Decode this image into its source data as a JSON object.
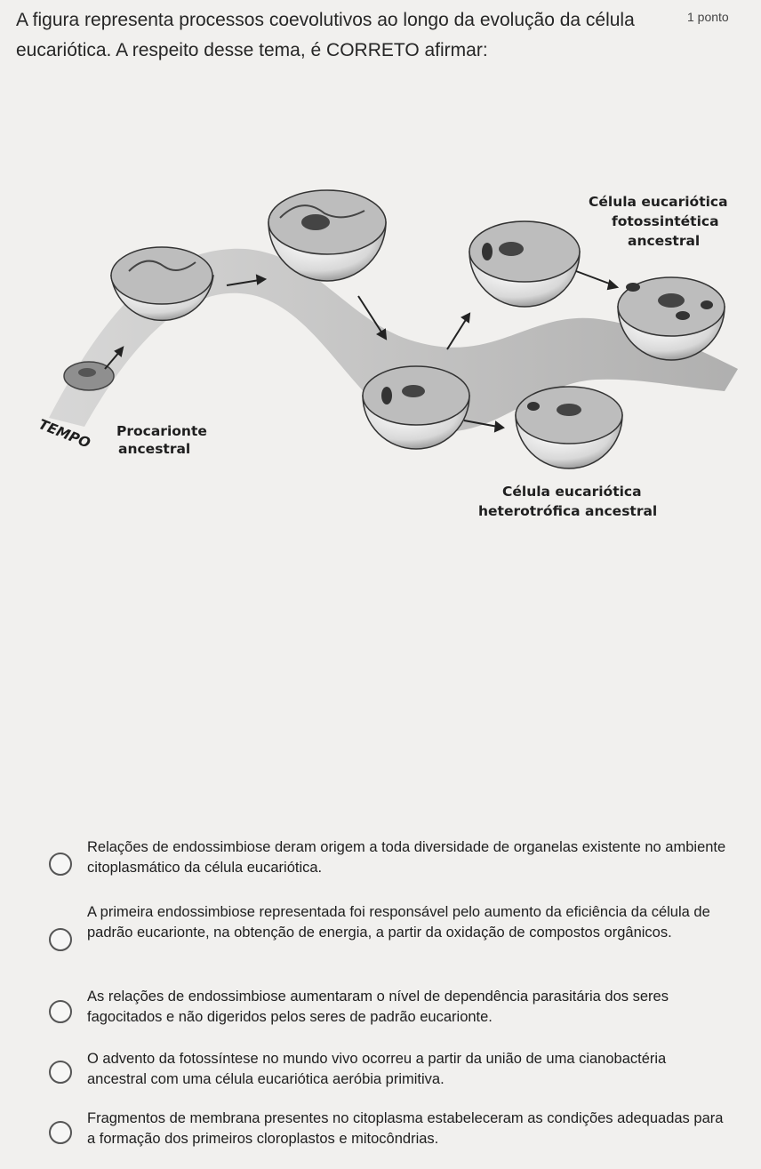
{
  "question": {
    "title": "A figura representa processos coevolutivos ao longo da evolução da célula eucariótica. A respeito desse tema, é CORRETO afirmar:",
    "points": "1 ponto"
  },
  "figure": {
    "label_time": "TEMPO",
    "label_prokaryote_1": "Procarionte",
    "label_prokaryote_2": "ancestral",
    "label_photo_1": "Célula eucariótica",
    "label_photo_2": "fotossintética",
    "label_photo_3": "ancestral",
    "label_hetero_1": "Célula eucariótica",
    "label_hetero_2": "heterotrófica ancestral"
  },
  "options": [
    {
      "text": "Relações de endossimbiose deram origem a toda diversidade de organelas existente no ambiente citoplasmático da célula eucariótica."
    },
    {
      "text": "A primeira endossimbiose representada foi responsável pelo aumento da eficiência da célula de padrão eucarionte, na obtenção de energia, a partir da oxidação de compostos orgânicos."
    },
    {
      "text": "As relações de endossimbiose aumentaram o nível de dependência parasitária dos seres fagocitados e não digeridos pelos seres de padrão eucarionte."
    },
    {
      "text": "O advento da fotossíntese no mundo vivo ocorreu a partir da união de uma cianobactéria ancestral com uma célula eucariótica aeróbia primitiva."
    },
    {
      "text": "Fragmentos de membrana presentes no citoplasma estabeleceram as condições adequadas para a formação dos primeiros cloroplastos e mitocôndrias."
    }
  ]
}
